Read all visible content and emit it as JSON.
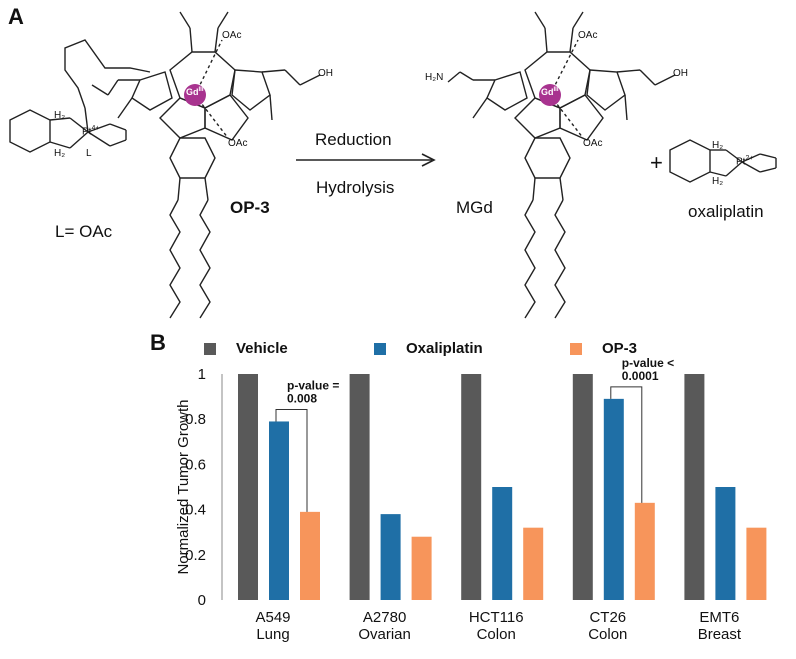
{
  "panels": {
    "a": "A",
    "b": "B"
  },
  "scheme": {
    "ligand_label": "L= OAc",
    "prodrug_name": "OP-3",
    "arrow_top": "Reduction",
    "arrow_bottom": "Hydrolysis",
    "product1": "MGd",
    "plus": "+",
    "product2": "oxaliplatin",
    "atoms": {
      "oac": "OAc",
      "oh": "OH",
      "h2n": "H₂N",
      "gd": "Gd",
      "gd_charge": "III",
      "pt": "Pt",
      "pt_charge": "4+",
      "pt2_charge": "2+",
      "h2": "H₂",
      "n": "N",
      "o": "O",
      "l": "L"
    }
  },
  "colors": {
    "vehicle": "#595959",
    "oxaliplatin": "#1f6fa6",
    "op3": "#f7955b"
  },
  "chart_data": {
    "type": "bar",
    "categories": [
      "A549\nLung",
      "A2780\nOvarian",
      "HCT116\nColon",
      "CT26\nColon",
      "EMT6\nBreast"
    ],
    "category_lines": [
      [
        "A549",
        "Lung"
      ],
      [
        "A2780",
        "Ovarian"
      ],
      [
        "HCT116",
        "Colon"
      ],
      [
        "CT26",
        "Colon"
      ],
      [
        "EMT6",
        "Breast"
      ]
    ],
    "series": [
      {
        "name": "Vehicle",
        "values": [
          1,
          1,
          1,
          1,
          1
        ]
      },
      {
        "name": "Oxaliplatin",
        "values": [
          0.79,
          0.38,
          0.5,
          0.89,
          0.5
        ]
      },
      {
        "name": "OP-3",
        "values": [
          0.39,
          0.28,
          0.32,
          0.43,
          0.32
        ]
      }
    ],
    "ylabel": "Normalized Tumor Growth",
    "ylim": [
      0,
      1
    ],
    "yticks": [
      "0",
      "0.2",
      "0.4",
      "0.6",
      "0.8",
      "1"
    ],
    "legend_placement": "top",
    "annotations": [
      {
        "category_index": 0,
        "lines": [
          "p-value =",
          "0.008"
        ]
      },
      {
        "category_index": 3,
        "lines": [
          "p-value <",
          "0.0001"
        ]
      }
    ]
  }
}
